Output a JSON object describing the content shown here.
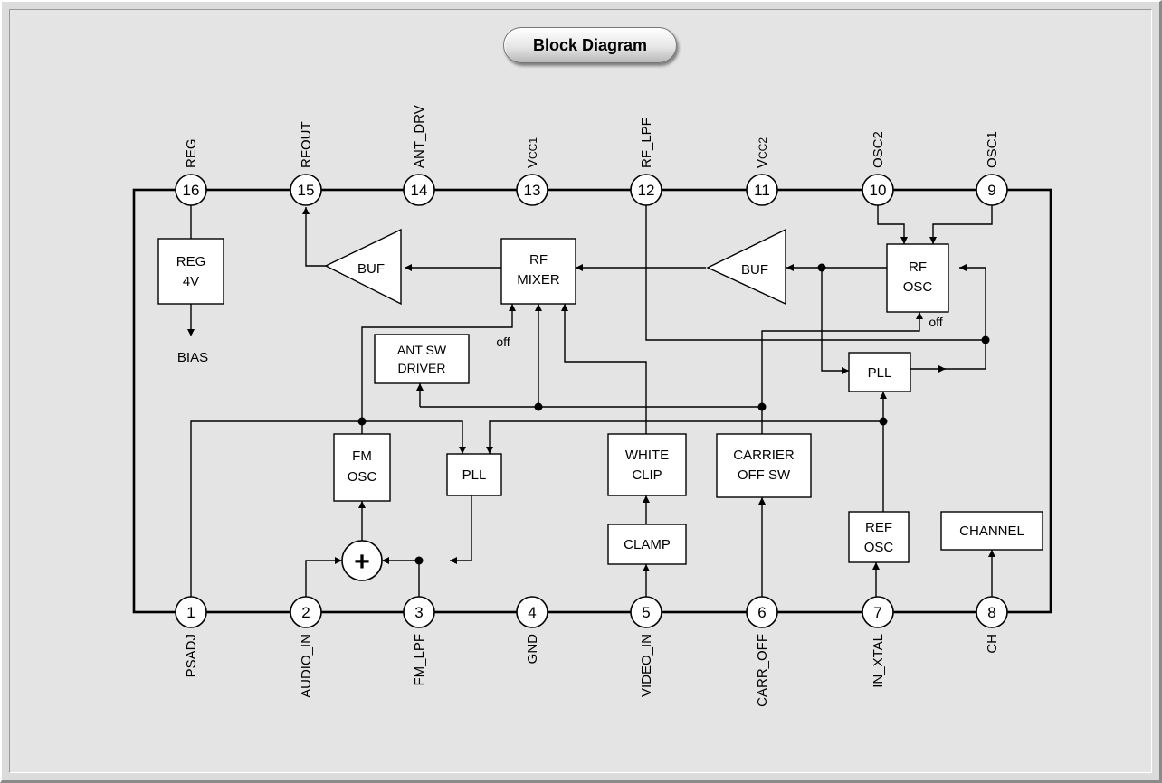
{
  "title": "Block Diagram",
  "top_pins": [
    {
      "number": "16",
      "label": "REG"
    },
    {
      "number": "15",
      "label": "RFOUT"
    },
    {
      "number": "14",
      "label": "ANT_DRV"
    },
    {
      "number": "13",
      "label": "VCC1"
    },
    {
      "number": "12",
      "label": "RF_LPF"
    },
    {
      "number": "11",
      "label": "VCC2"
    },
    {
      "number": "10",
      "label": "OSC2"
    },
    {
      "number": "9",
      "label": "OSC1"
    }
  ],
  "bottom_pins": [
    {
      "number": "1",
      "label": "PSADJ"
    },
    {
      "number": "2",
      "label": "AUDIO_IN"
    },
    {
      "number": "3",
      "label": "FM_LPF"
    },
    {
      "number": "4",
      "label": "GND"
    },
    {
      "number": "5",
      "label": "VIDEO_IN"
    },
    {
      "number": "6",
      "label": "CARR_OFF"
    },
    {
      "number": "7",
      "label": "IN_XTAL"
    },
    {
      "number": "8",
      "label": "CH"
    }
  ],
  "blocks": {
    "reg": [
      "REG",
      "4V"
    ],
    "buf_left": "BUF",
    "rf_mixer": [
      "RF",
      "MIXER"
    ],
    "buf_right": "BUF",
    "rf_osc": [
      "RF",
      "OSC"
    ],
    "ant_sw_driver": [
      "ANT SW",
      "DRIVER"
    ],
    "pll_right": "PLL",
    "fm_osc": [
      "FM",
      "OSC"
    ],
    "pll_left": "PLL",
    "white_clip": [
      "WHITE",
      "CLIP"
    ],
    "carrier_off_sw": [
      "CARRIER",
      "OFF SW"
    ],
    "clamp": "CLAMP",
    "ref_osc": [
      "REF",
      "OSC"
    ],
    "channel": "CHANNEL",
    "adder": "+"
  },
  "labels": {
    "bias": "BIAS",
    "off_mixer": "off",
    "off_osc": "off"
  }
}
